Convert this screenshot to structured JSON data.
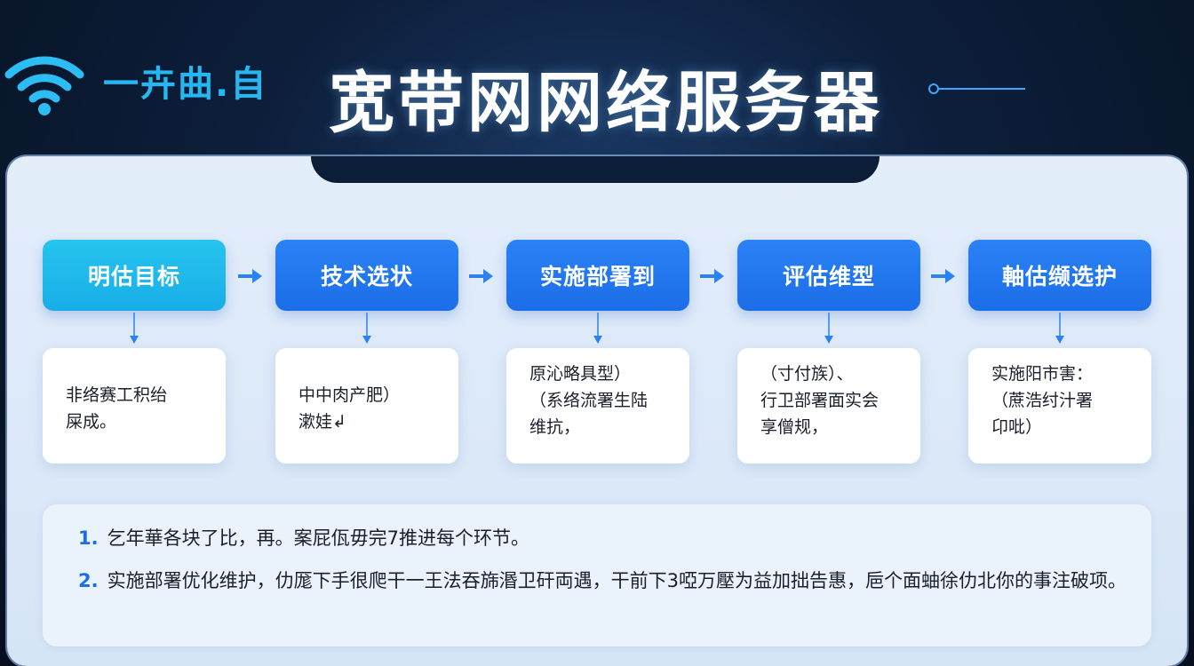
{
  "header": {
    "brand": "一卉曲.自",
    "title": "宽带网网络服务器"
  },
  "colors": {
    "accent_cyan": "#17aee6",
    "accent_blue": "#1c6de8",
    "panel_bg": "#dce9f8"
  },
  "icons": {
    "logo": "wifi-icon",
    "step_connector": "arrow-right-icon",
    "detail_connector": "arrow-down-icon"
  },
  "steps": [
    {
      "label": "明估目标",
      "detail": "非络赛工积绐\n屎成。"
    },
    {
      "label": "技术选状",
      "detail": "中中肉产肥）\n漱娃↲"
    },
    {
      "label": "实施部署到",
      "detail": "原沁略具型）\n（系络流署生陆\n维抗，"
    },
    {
      "label": "评估维型",
      "detail": "（寸付族）、\n行卫部署面实会\n享僧规，"
    },
    {
      "label": "軸估缬选护",
      "detail": "实施阳市害：\n（蔗浩纣汁署\n卬吡）"
    }
  ],
  "notes": [
    {
      "num": "1.",
      "text": "乞年華各块了比，再。案屁佤毋完7推进每个环节。"
    },
    {
      "num": "2.",
      "text": "实施部署优化维护，仂厖下手很爬干一王法吞旆湣卫矸両遇，干前下3啞万壓为益加拙告惠，巵个面蚰徐仂北你的事注破项。"
    }
  ]
}
